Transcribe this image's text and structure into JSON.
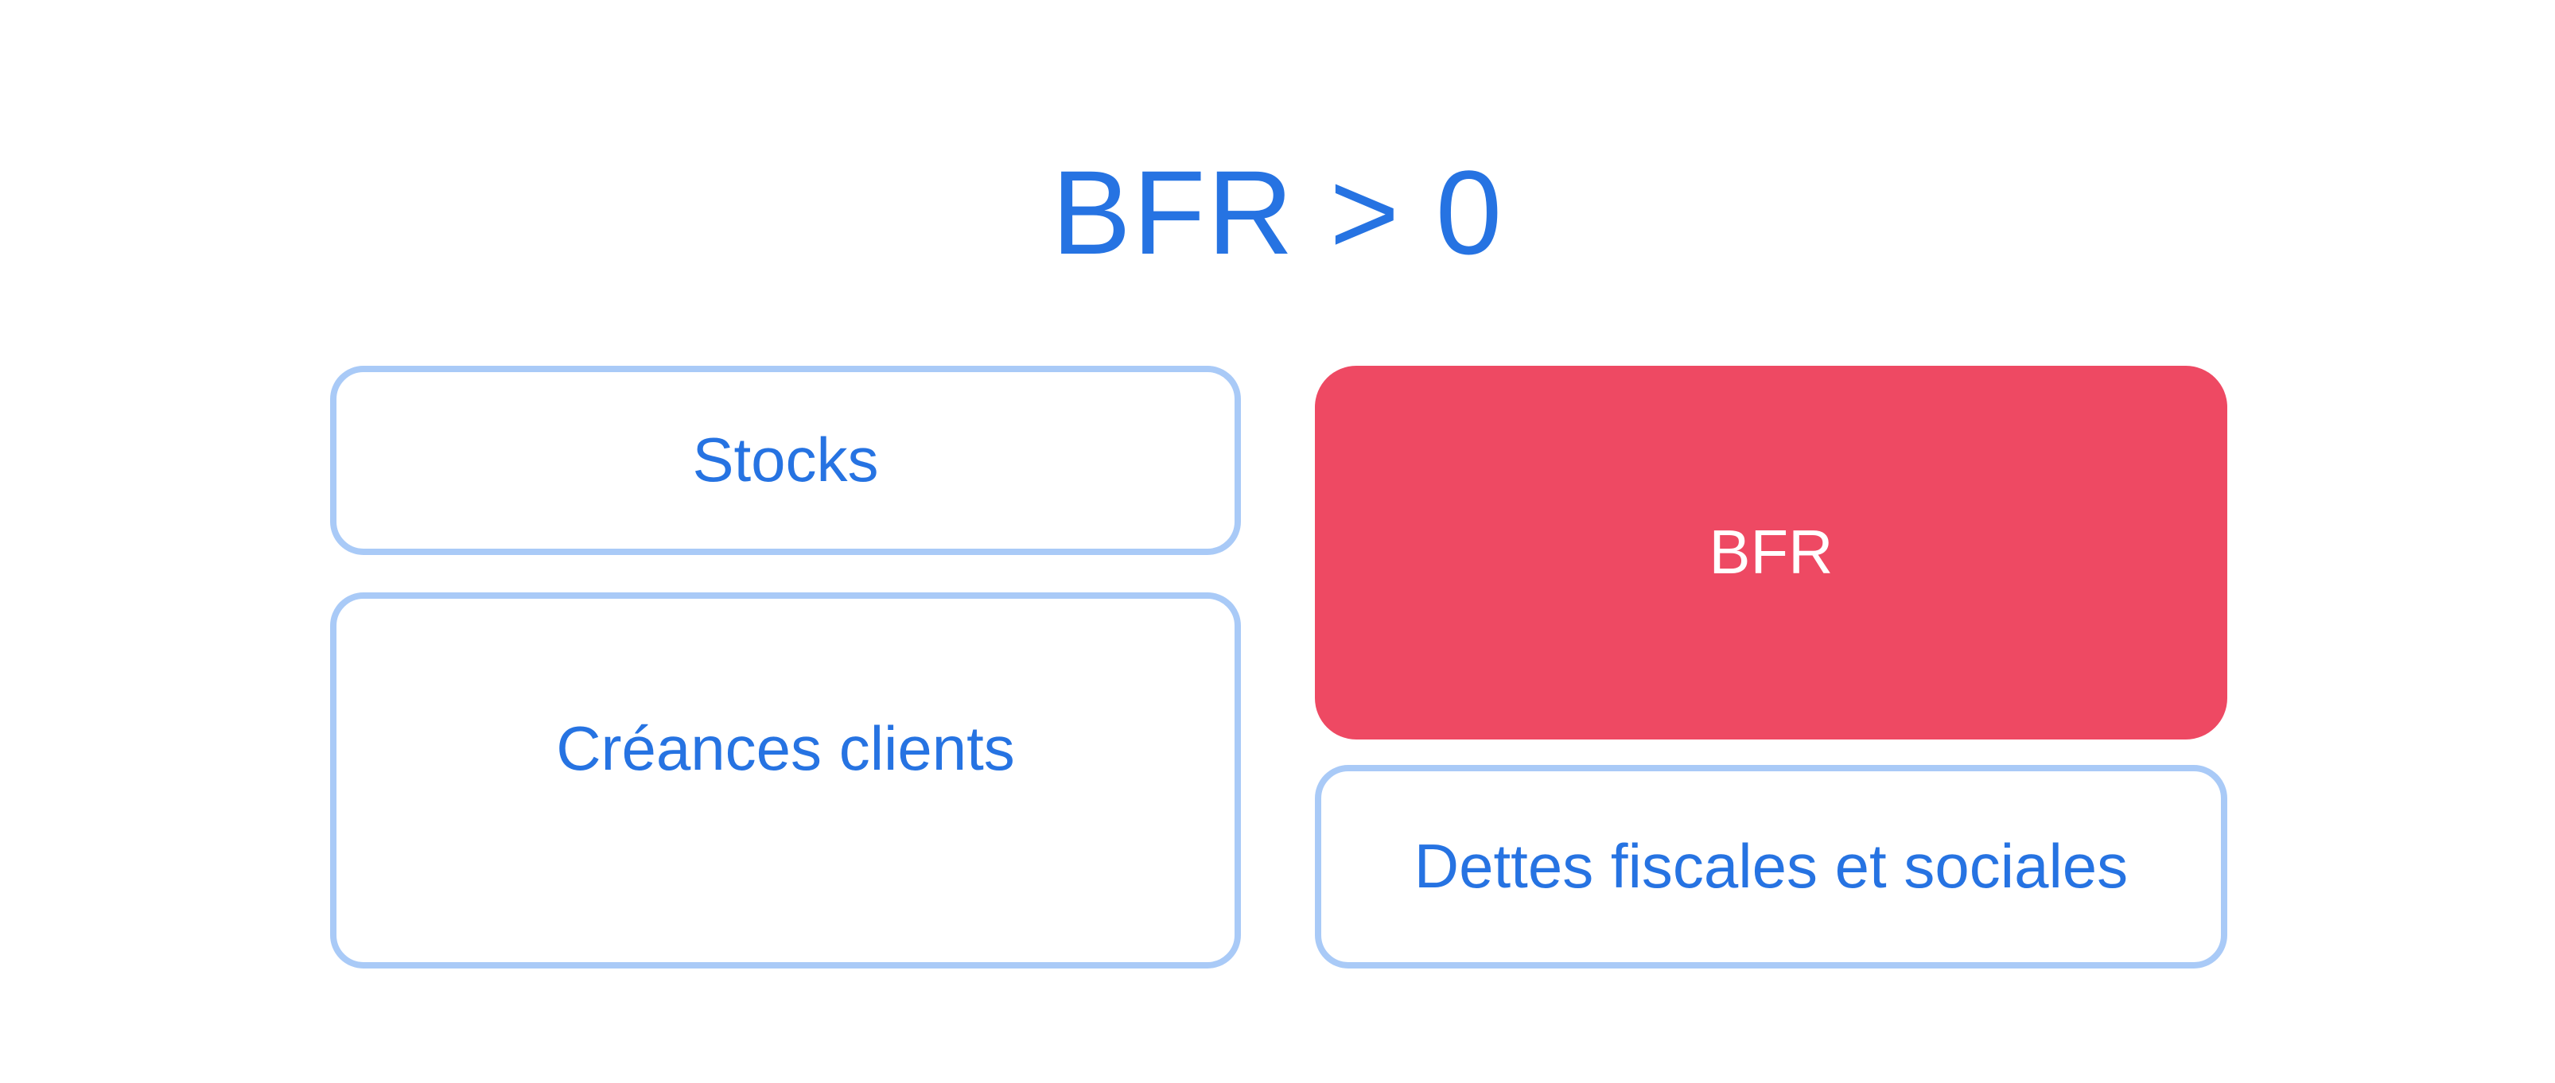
{
  "title": "BFR > 0",
  "colors": {
    "accent_blue": "#2673E2",
    "border_blue": "#A9CAF7",
    "bfr_red": "#EE4963",
    "bfr_label_text": "#FFFFFF",
    "background": "#FFFFFF"
  },
  "boxes": {
    "stocks": {
      "label": "Stocks"
    },
    "creances": {
      "label": "Créances clients"
    },
    "bfr": {
      "label": "BFR"
    },
    "dettes": {
      "label": "Dettes fiscales et sociales"
    }
  }
}
